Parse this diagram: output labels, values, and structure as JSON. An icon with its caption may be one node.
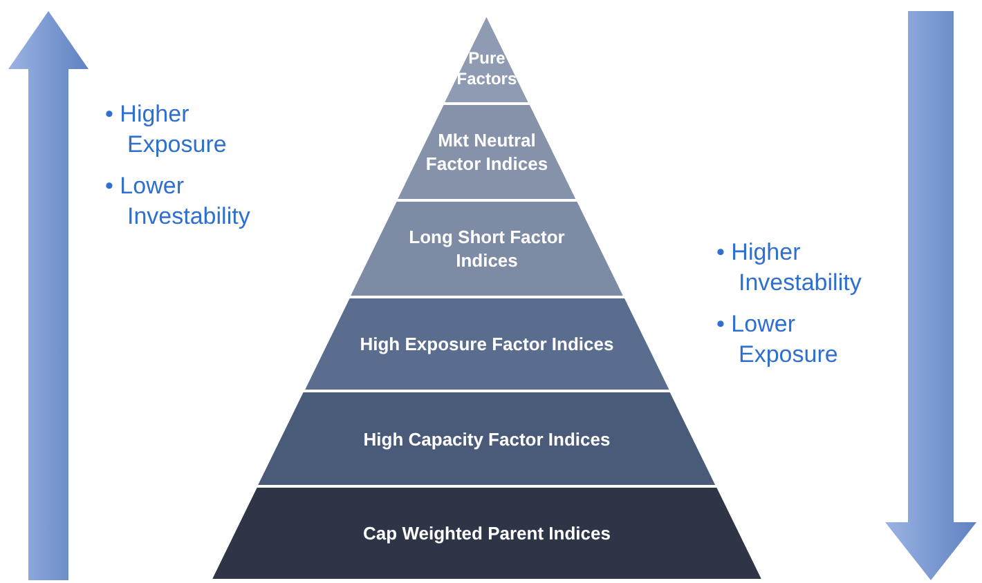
{
  "diagram": {
    "nodes": [
      {
        "text": [
          "Pure Factors"
        ]
      },
      {
        "text": [
          "Mkt Neutral Factor Indices"
        ]
      },
      {
        "text": [
          "Long Short Factor Indices"
        ]
      },
      {
        "text": [
          "High Exposure Factor Indices"
        ]
      },
      {
        "text": [
          "High Capacity Factor Indices"
        ]
      },
      {
        "text": [
          "Cap Weighted Parent Indices"
        ]
      }
    ],
    "labels": [
      "• Higher Exposure",
      "• Lower Investability",
      "• Higher Investability",
      "• Lower Exposure"
    ]
  }
}
